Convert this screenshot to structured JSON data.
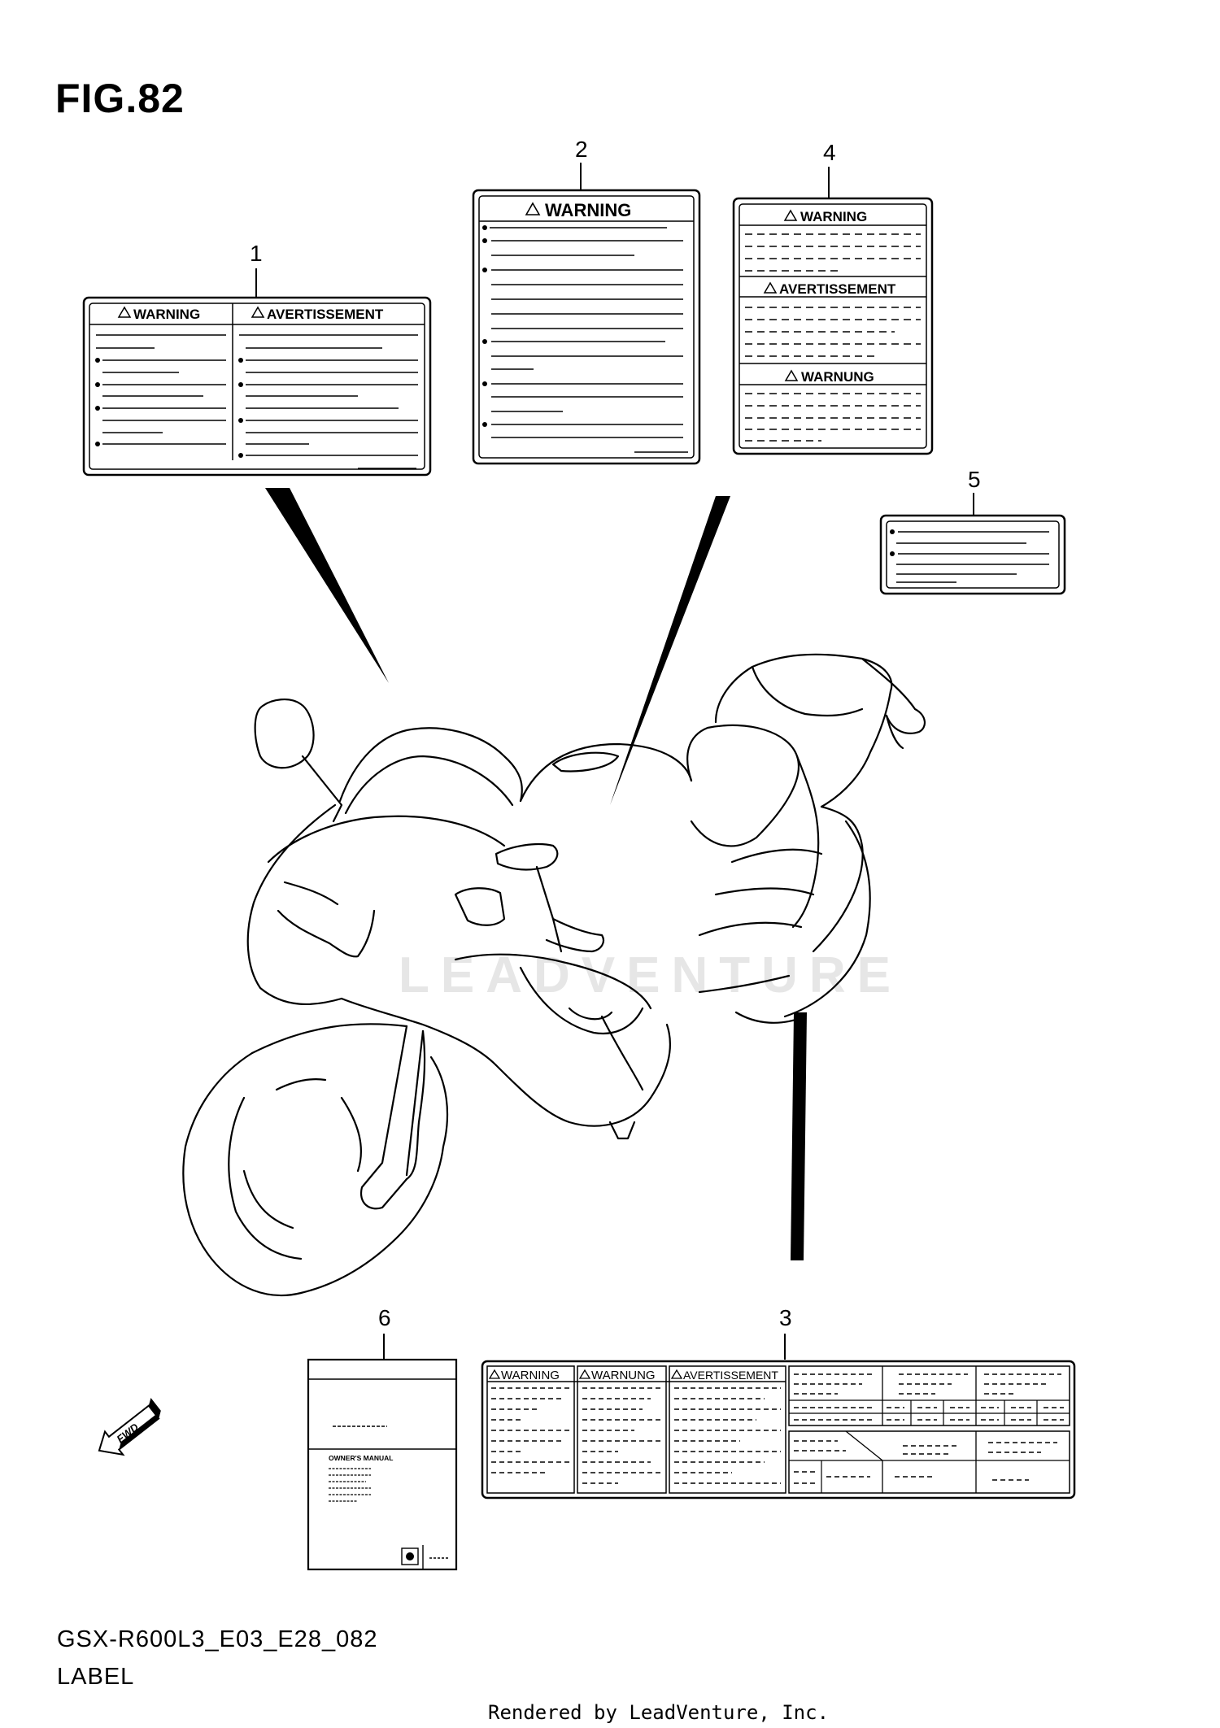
{
  "figure": {
    "title": "FIG.82",
    "model_code": "GSX-R600L3_E03_E28_082",
    "caption": "LABEL",
    "footer": "Rendered by LeadVenture, Inc.",
    "watermark": "LEADVENTURE"
  },
  "callouts": [
    "1",
    "2",
    "3",
    "4",
    "5",
    "6"
  ],
  "labels": {
    "label1": {
      "headers": [
        "WARNING",
        "AVERTISSEMENT"
      ]
    },
    "label2": {
      "header": "WARNING"
    },
    "label3": {
      "headers": [
        "WARNING",
        "WARNUNG",
        "AVERTISSEMENT"
      ]
    },
    "label4": {
      "headers": [
        "WARNING",
        "AVERTISSEMENT",
        "WARNUNG"
      ]
    },
    "label6": {
      "text": "OWNER'S MANUAL"
    }
  },
  "fwd_arrow": {
    "text": "FWD"
  },
  "colors": {
    "line": "#000000",
    "background": "#ffffff",
    "watermark": "#e6e6e6"
  }
}
